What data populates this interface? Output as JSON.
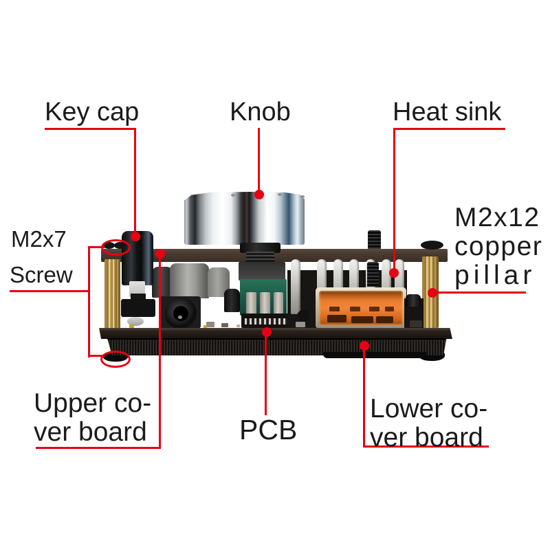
{
  "figure": {
    "description": "Side view photo of a mini audio amplifier board with annotated parts"
  },
  "labels": {
    "key_cap": "Key cap",
    "knob": "Knob",
    "heat_sink": "Heat sink",
    "m2x7_line1": "M2x7",
    "m2x7_line2": "Screw",
    "m2x12_line1": "M2x12",
    "m2x12_line2": "copper",
    "m2x12_line3": "pillar",
    "upper_cover_line1": "Upper co-",
    "upper_cover_line2": "ver board",
    "pcb": "PCB",
    "lower_cover_line1": "Lower co-",
    "lower_cover_line2": "ver board"
  },
  "colors": {
    "annotation_red": "#e60012",
    "text": "#1b1b1b",
    "copper_pillar": "#c8a24a",
    "usb_orange": "#e5762a",
    "potentiometer_green": "#1d5c49",
    "cover_board_brown": "#46392f",
    "background": "#ffffff"
  }
}
